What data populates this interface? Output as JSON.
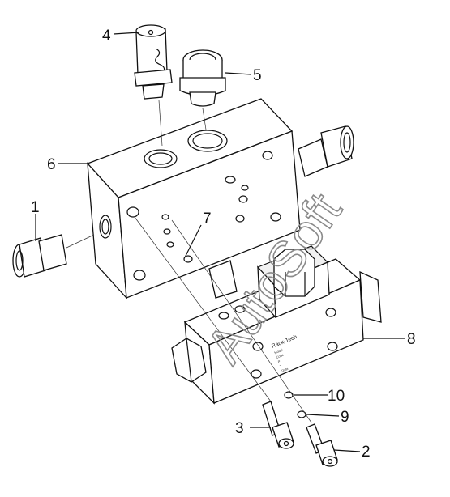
{
  "callouts": [
    {
      "id": "1",
      "text": "1"
    },
    {
      "id": "2",
      "text": "2"
    },
    {
      "id": "3",
      "text": "3"
    },
    {
      "id": "4",
      "text": "4"
    },
    {
      "id": "5",
      "text": "5"
    },
    {
      "id": "6",
      "text": "6"
    },
    {
      "id": "7",
      "text": "7"
    },
    {
      "id": "8",
      "text": "8"
    },
    {
      "id": "9",
      "text": "9"
    },
    {
      "id": "10",
      "text": "10"
    }
  ],
  "watermark": "AutoSoft",
  "nameplate": {
    "brand": "Rack-Tech",
    "lines": [
      "Model",
      "Code",
      "P",
      "T",
      "Date"
    ]
  }
}
